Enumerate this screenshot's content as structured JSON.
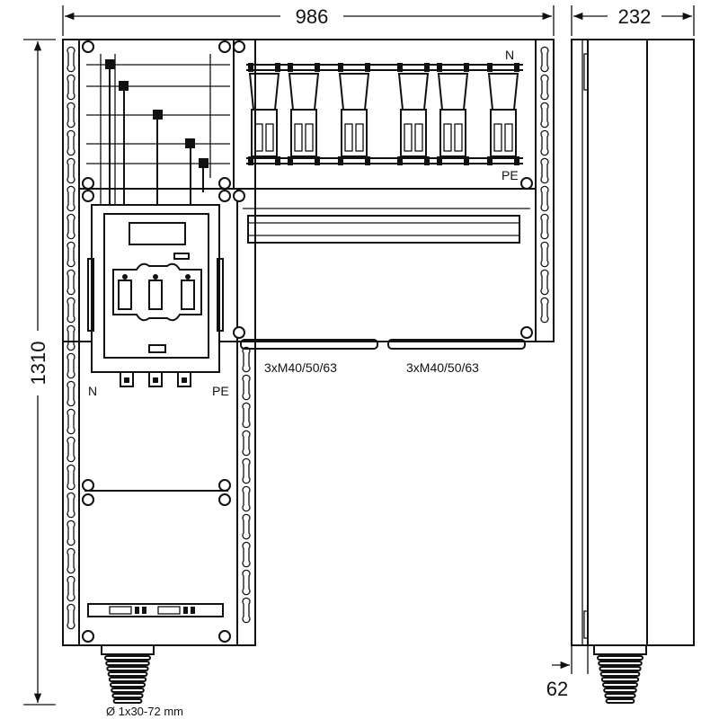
{
  "dimensions": {
    "width_front": "986",
    "width_side": "232",
    "height": "1310",
    "depth_offset": "62"
  },
  "labels": {
    "neutral_top": "N",
    "earth_top": "PE",
    "neutral_switch": "N",
    "earth_switch": "PE",
    "gland_left": "3xM40/50/63",
    "gland_right": "3xM40/50/63",
    "cable_entry": "Ø 1x30-72 mm"
  },
  "icons": [
    "slot-rail-icon",
    "fuse-holder-icon",
    "cable-gland-icon",
    "switch-disconnector-icon"
  ]
}
